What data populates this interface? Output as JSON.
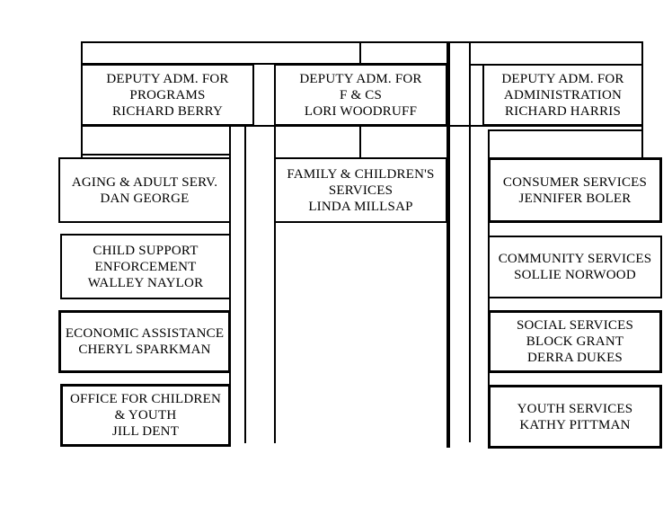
{
  "chart": {
    "type": "org-chart",
    "colors": {
      "line": "#000000",
      "background": "#ffffff",
      "text": "#000000"
    },
    "boxes": {
      "deputy_programs": {
        "lines": [
          "DEPUTY ADM. FOR",
          "PROGRAMS",
          "RICHARD BERRY"
        ]
      },
      "deputy_fcs": {
        "lines": [
          "DEPUTY ADM. FOR",
          "F & CS",
          "LORI WOODRUFF"
        ]
      },
      "deputy_admin": {
        "lines": [
          "DEPUTY ADM. FOR",
          "ADMINISTRATION",
          "RICHARD HARRIS"
        ]
      },
      "aging": {
        "lines": [
          "AGING & ADULT SERV.",
          "DAN GEORGE"
        ]
      },
      "family": {
        "lines": [
          "FAMILY & CHILDREN'S",
          "SERVICES",
          "LINDA MILLSAP"
        ]
      },
      "consumer": {
        "lines": [
          "CONSUMER SERVICES",
          "JENNIFER BOLER"
        ]
      },
      "child_support": {
        "lines": [
          "CHILD SUPPORT",
          "ENFORCEMENT",
          "WALLEY NAYLOR"
        ]
      },
      "community": {
        "lines": [
          "COMMUNITY SERVICES",
          "SOLLIE NORWOOD"
        ]
      },
      "economic": {
        "lines": [
          "ECONOMIC ASSISTANCE",
          "CHERYL SPARKMAN"
        ]
      },
      "social": {
        "lines": [
          "SOCIAL SERVICES",
          "BLOCK GRANT",
          "DERRA DUKES"
        ]
      },
      "office": {
        "lines": [
          "OFFICE FOR CHILDREN",
          "& YOUTH",
          "JILL DENT"
        ]
      },
      "youth": {
        "lines": [
          "YOUTH SERVICES",
          "KATHY PITTMAN"
        ]
      }
    }
  }
}
